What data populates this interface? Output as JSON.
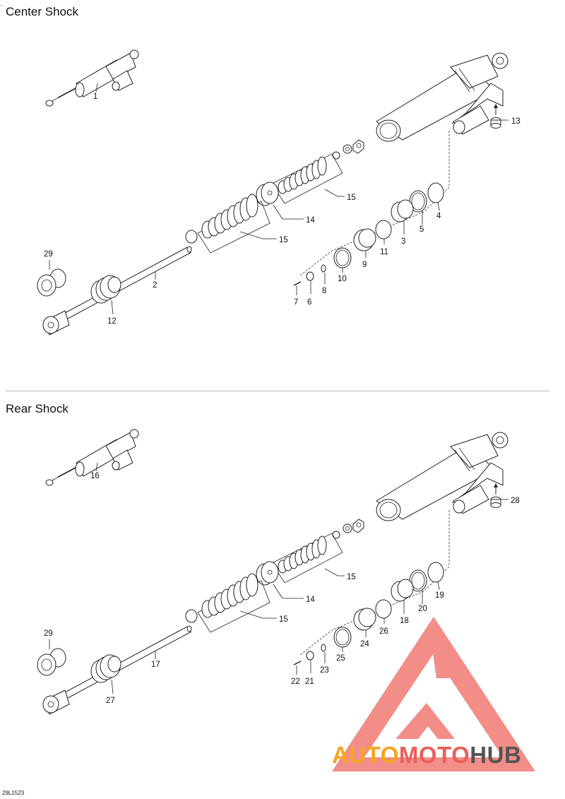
{
  "sections": [
    {
      "title": "Center Shock",
      "labels": {
        "p1": "1",
        "p2": "2",
        "p3": "3",
        "p4": "4",
        "p5": "5",
        "p6": "6",
        "p7": "7",
        "p8": "8",
        "p9": "9",
        "p10": "10",
        "p11": "11",
        "p12": "12",
        "p13": "13",
        "p14": "14",
        "p15a": "15",
        "p15b": "15",
        "p29": "29"
      }
    },
    {
      "title": "Rear Shock",
      "labels": {
        "p1": "16",
        "p2": "17",
        "p3": "18",
        "p4": "19",
        "p5": "20",
        "p6": "21",
        "p7": "22",
        "p8": "23",
        "p9": "24",
        "p10": "25",
        "p11": "26",
        "p12": "27",
        "p13": "28",
        "p14": "14",
        "p15a": "15",
        "p15b": "15",
        "p29": "29"
      }
    }
  ],
  "corner_mark": "´",
  "figure_code": "29L1523",
  "watermark": {
    "part1": "AUTO",
    "part2": "MOTO",
    "part3": "HUB",
    "color1": "#f3a61f",
    "color2": "#e8605a",
    "color3": "#555555",
    "logo_color": "#f07a74"
  }
}
